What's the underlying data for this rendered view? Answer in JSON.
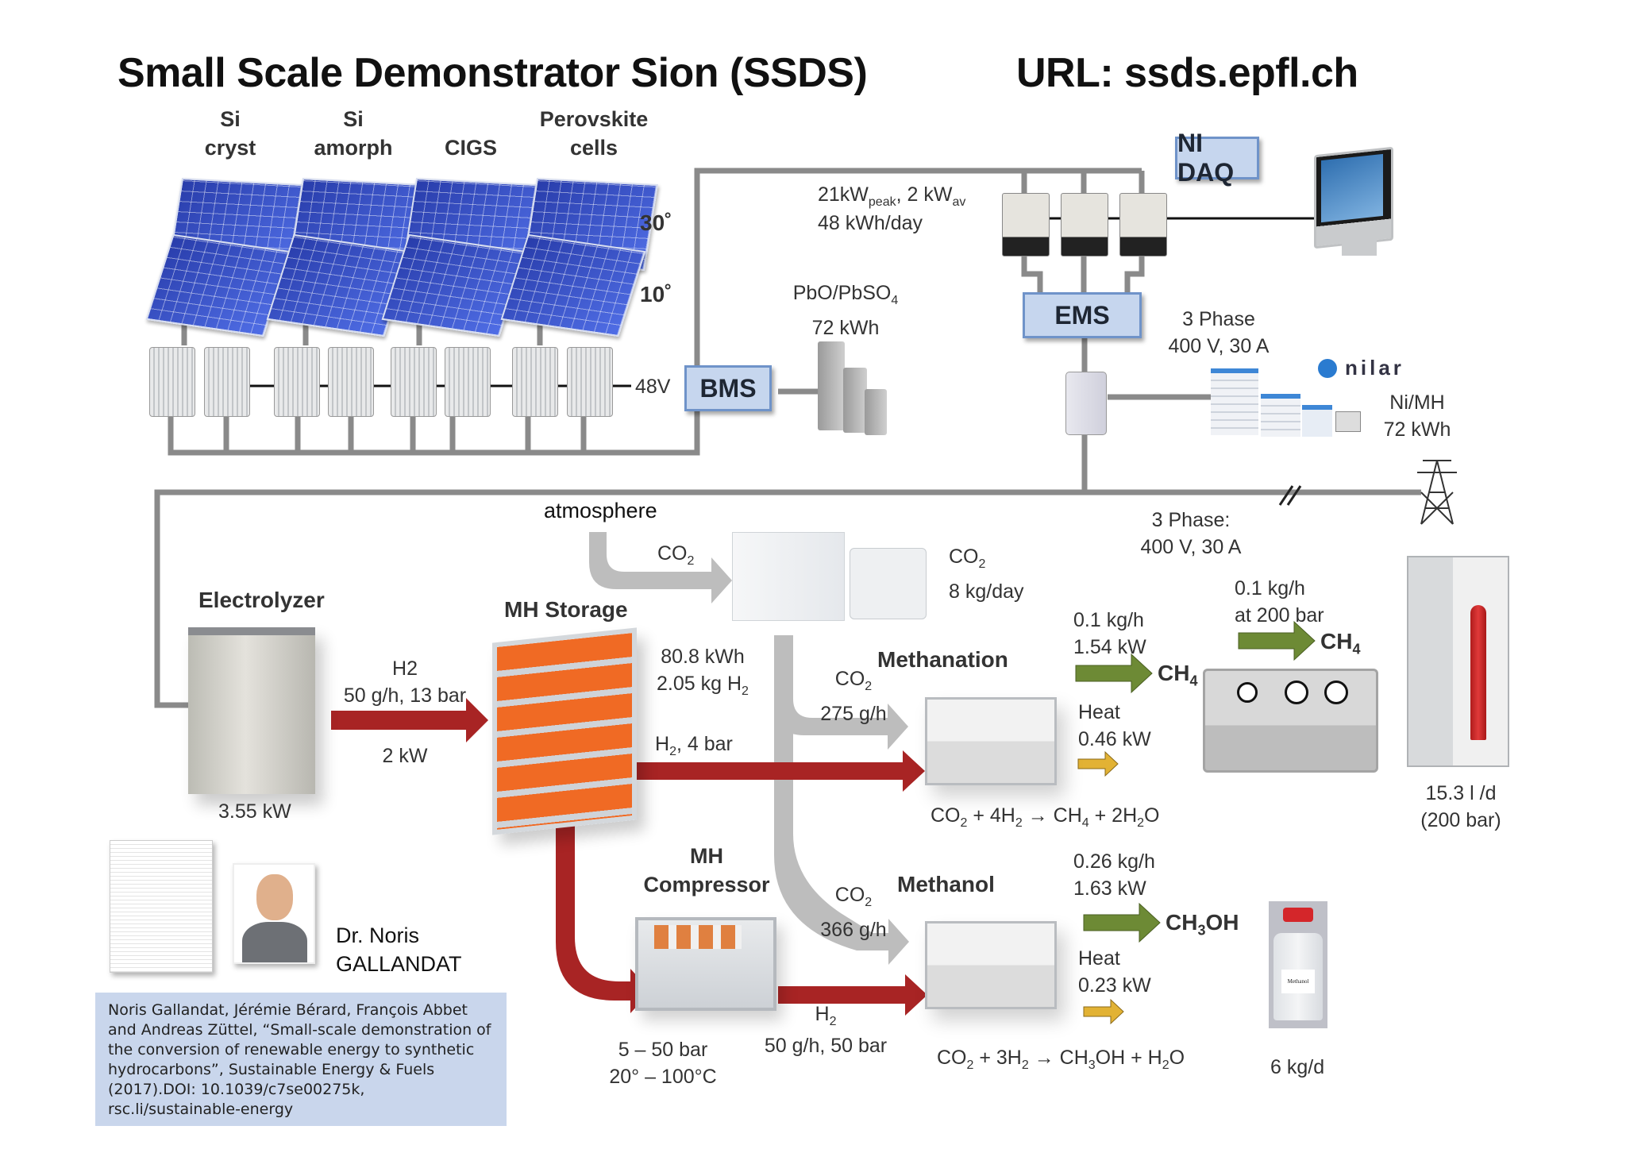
{
  "header": {
    "title": "Small Scale Demonstrator Sion (SSDS)",
    "url": "URL: ssds.epfl.ch"
  },
  "pv": {
    "types": [
      {
        "line1": "Si",
        "line2": "cryst"
      },
      {
        "line1": "Si",
        "line2": "amorph"
      },
      {
        "line1": "",
        "line2": "CIGS"
      },
      {
        "line1": "Perovskite",
        "line2": "cells"
      }
    ],
    "angle_top": "30˚",
    "angle_bottom": "10˚",
    "bus_voltage": "48V"
  },
  "boxes": {
    "bms": "BMS",
    "ems": "EMS",
    "ni_daq": "NI DAQ"
  },
  "inverters": {
    "power_main": "21kW",
    "power_peak_sub": "peak",
    "power_sep": ", 2 kW",
    "power_av_sub": "av",
    "energy_day": "48 kWh/day"
  },
  "lead_battery": {
    "chem_main": "PbO/PbSO",
    "chem_sub": "4",
    "capacity": "72 kWh"
  },
  "grid_top": {
    "line1": "3 Phase",
    "line2": "400 V, 30 A"
  },
  "nimh_battery": {
    "brand": "nilar",
    "chem": "Ni/MH",
    "capacity": "72 kWh"
  },
  "grid_bottom": {
    "line1": "3 Phase:",
    "line2": "400 V, 30 A"
  },
  "co2_capture": {
    "source": "atmosphere",
    "in_label_main": "CO",
    "in_label_sub": "2",
    "out_label_main": "CO",
    "out_label_sub": "2",
    "out_rate": "8 kg/day"
  },
  "electrolyzer": {
    "name": "Electrolyzer",
    "power": "3.55 kW",
    "h2_label": "H2",
    "h2_flow": "50 g/h, 13 bar",
    "h2_power": "2 kW"
  },
  "mh_storage": {
    "name": "MH Storage",
    "energy": "80.8 kWh",
    "mass_main": "2.05 kg H",
    "mass_sub": "2",
    "out_main": "H",
    "out_sub": "2",
    "out_rest": ", 4 bar"
  },
  "methanation": {
    "name": "Methanation",
    "co2_main": "CO",
    "co2_sub": "2",
    "co2_rate": "275 g/h",
    "product_rate": "0.1 kg/h",
    "product_power": "1.54 kW",
    "product_main": "CH",
    "product_sub": "4",
    "heat_label": "Heat",
    "heat_power": "0.46 kW",
    "reaction": [
      "CO",
      "2",
      " + 4H",
      "2",
      " → CH",
      "4",
      " + 2H",
      "2",
      "O"
    ]
  },
  "compressor": {
    "line1": "0.1 kg/h",
    "line2": "at 200 bar",
    "product_main": "CH",
    "product_sub": "4"
  },
  "gas_cabinet": {
    "volume": "15.3 l /d",
    "pressure": "(200 bar)"
  },
  "mh_compressor": {
    "name_line1": "MH",
    "name_line2": "Compressor",
    "pressure": "5 – 50 bar",
    "temperature": "20° – 100°C",
    "h2_main": "H",
    "h2_sub": "2",
    "h2_flow": "50 g/h, 50 bar"
  },
  "methanol": {
    "name": "Methanol",
    "co2_main": "CO",
    "co2_sub": "2",
    "co2_rate": "366 g/h",
    "product_rate": "0.26 kg/h",
    "product_power": "1.63 kW",
    "product_a": "CH",
    "product_sub": "3",
    "product_b": "OH",
    "heat_label": "Heat",
    "heat_power": "0.23 kW",
    "reaction": [
      "CO",
      "2",
      " + 3H",
      "2",
      " → CH",
      "3",
      "OH + H",
      "2",
      "O"
    ],
    "bottle_label": "Methanol",
    "daily": "6 kg/d"
  },
  "author": {
    "name_line1": "Dr. Noris",
    "name_line2": "GALLANDAT"
  },
  "citation": "Noris Gallandat, Jérémie Bérard, François Abbet and Andreas Züttel, “Small-scale demonstration of the conversion of renewable energy to synthetic hydrocarbons”, Sustainable Energy & Fuels (2017).DOI: 10.1039/c7se00275k, rsc.li/sustainable-energy",
  "colors": {
    "hydrogen_arrow": "#a82424",
    "co2_arrow": "#bdbdbd",
    "product_arrow": "#6d8a35",
    "heat_arrow": "#e2b234",
    "box_fill": "#c6d6ee",
    "box_border": "#6f93c9",
    "wire": "#8a8a8a",
    "citation_fill": "#c9d6ec"
  }
}
